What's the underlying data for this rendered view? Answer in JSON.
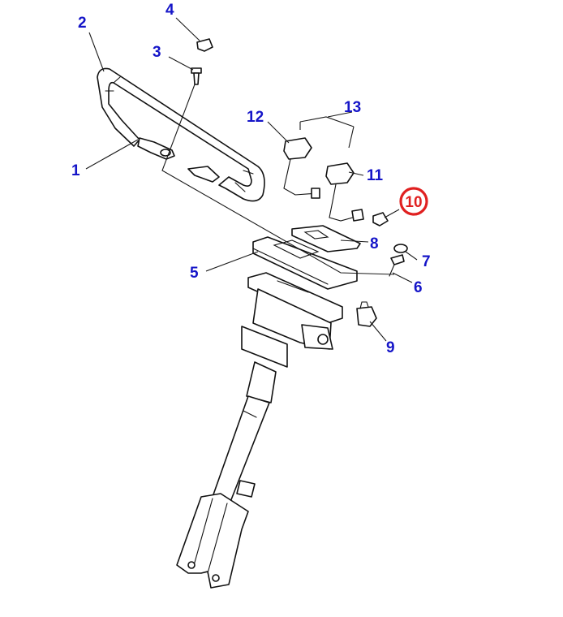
{
  "diagram": {
    "callouts": [
      {
        "id": "1",
        "label": "1"
      },
      {
        "id": "2",
        "label": "2"
      },
      {
        "id": "3",
        "label": "3"
      },
      {
        "id": "4",
        "label": "4"
      },
      {
        "id": "5",
        "label": "5"
      },
      {
        "id": "6",
        "label": "6"
      },
      {
        "id": "7",
        "label": "7"
      },
      {
        "id": "8",
        "label": "8"
      },
      {
        "id": "9",
        "label": "9"
      },
      {
        "id": "10",
        "label": "10",
        "highlighted": true
      },
      {
        "id": "11",
        "label": "11"
      },
      {
        "id": "12",
        "label": "12"
      },
      {
        "id": "13",
        "label": "13"
      }
    ],
    "colors": {
      "callout_text": "#1515c8",
      "highlight": "#e02020",
      "line": "#111111"
    }
  }
}
